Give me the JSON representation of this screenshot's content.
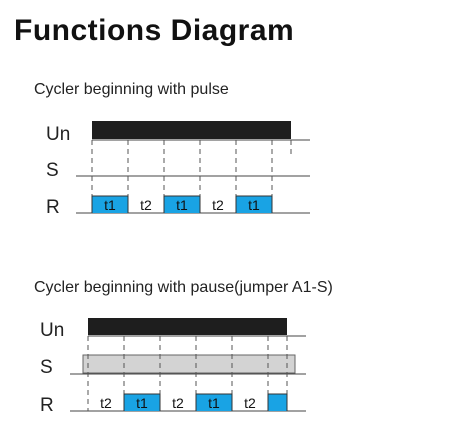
{
  "page_title": "Functions Diagram",
  "diagram1": {
    "heading": "Cycler beginning with pulse",
    "rows": {
      "un": "Un",
      "s": "S",
      "r": "R"
    },
    "segments": [
      {
        "label": "t1",
        "type": "on"
      },
      {
        "label": "t2",
        "type": "off"
      },
      {
        "label": "t1",
        "type": "on"
      },
      {
        "label": "t2",
        "type": "off"
      },
      {
        "label": "t1",
        "type": "on"
      }
    ]
  },
  "diagram2": {
    "heading": "Cycler beginning with pause(jumper A1-S)",
    "rows": {
      "un": "Un",
      "s": "S",
      "r": "R"
    },
    "segments": [
      {
        "label": "t2",
        "type": "off"
      },
      {
        "label": "t1",
        "type": "on"
      },
      {
        "label": "t2",
        "type": "off"
      },
      {
        "label": "t1",
        "type": "on"
      },
      {
        "label": "t2",
        "type": "off"
      },
      {
        "label": "",
        "type": "on"
      }
    ]
  },
  "colors": {
    "pulse": "#19a3e4",
    "power": "#1e1e1e",
    "s_bar": "#d3d3d3",
    "line": "#444444"
  }
}
